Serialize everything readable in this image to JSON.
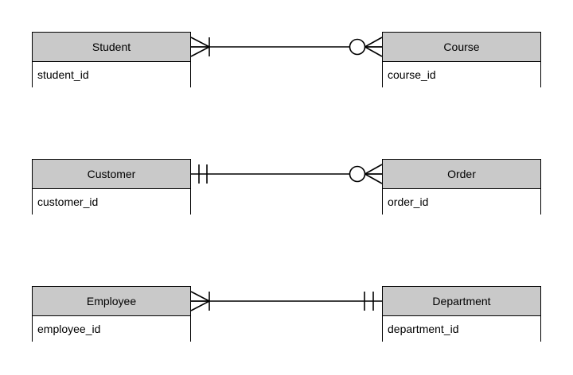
{
  "diagram": {
    "type": "entity-relationship-diagram",
    "notation": "crows-foot",
    "colors": {
      "header_fill": "#c9c9c9",
      "body_fill": "#ffffff",
      "stroke": "#000000",
      "background": "#ffffff"
    },
    "relationships": [
      {
        "id": "student-course",
        "left_entity": {
          "name": "Student",
          "attribute": "student_id"
        },
        "right_entity": {
          "name": "Course",
          "attribute": "course_id"
        },
        "left_cardinality": "one-or-many",
        "left_cardinality_symbol": "crows-foot-with-bar",
        "right_cardinality": "zero-or-many",
        "right_cardinality_symbol": "circle-with-crows-foot"
      },
      {
        "id": "customer-order",
        "left_entity": {
          "name": "Customer",
          "attribute": "customer_id"
        },
        "right_entity": {
          "name": "Order",
          "attribute": "order_id"
        },
        "left_cardinality": "exactly-one",
        "left_cardinality_symbol": "double-bar",
        "right_cardinality": "zero-or-many",
        "right_cardinality_symbol": "circle-with-crows-foot"
      },
      {
        "id": "employee-department",
        "left_entity": {
          "name": "Employee",
          "attribute": "employee_id"
        },
        "right_entity": {
          "name": "Department",
          "attribute": "department_id"
        },
        "left_cardinality": "one-or-many",
        "left_cardinality_symbol": "crows-foot-with-bar",
        "right_cardinality": "exactly-one",
        "right_cardinality_symbol": "double-bar"
      }
    ]
  }
}
